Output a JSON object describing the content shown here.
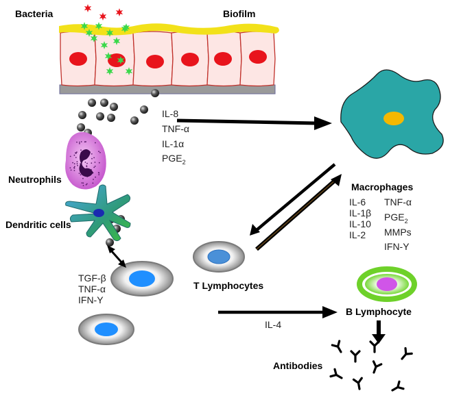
{
  "labels": {
    "bacteria": "Bacteria",
    "biofilm": "Biofilm",
    "neutrophils": "Neutrophils",
    "dendritic_cells": "Dendritic cells",
    "macrophages": "Macrophages",
    "t_lymphocytes": "T Lymphocytes",
    "b_lymphocyte": "B Lymphocyte",
    "antibodies": "Antibodies"
  },
  "epithelial_cytokines": [
    {
      "text": "IL-8",
      "sub": ""
    },
    {
      "text": "TNF-α",
      "sub": ""
    },
    {
      "text": "IL-1α",
      "sub": ""
    },
    {
      "text": "PGE",
      "sub": "2"
    }
  ],
  "macrophage_cytokines_left": [
    "IL-6",
    "IL-1β",
    "IL-10",
    "IL-2"
  ],
  "macrophage_cytokines_right": [
    {
      "text": "TNF-α",
      "sub": ""
    },
    {
      "text": "PGE",
      "sub": "2"
    },
    {
      "text": "MMPs",
      "sub": ""
    },
    {
      "text": "IFN-Υ",
      "sub": ""
    }
  ],
  "t_cell_cytokines": [
    "TGF-β",
    "TNF-α",
    "IFN-Υ"
  ],
  "b_cell_signal": "IL-4",
  "colors": {
    "biofilm": "#f2e11a",
    "epithelial_cell_fill": "#fde6e4",
    "epithelial_cell_outline": "#c0302a",
    "nucleus": "#e8141c",
    "basement": "#999999",
    "bacteria_red": "#e8141c",
    "bacteria_green": "#3ad84a",
    "macrophage": "#2aa6a6",
    "macrophage_nucleus": "#f5b800",
    "neutrophil": "#d774d7",
    "dendritic": "#2f8f8a",
    "t_cell_ring": "#8a8a8a",
    "t_cell_nucleus": "#1f8fff",
    "b_cell_ring": "#6ed12a",
    "b_cell_nucleus": "#d055e8"
  }
}
